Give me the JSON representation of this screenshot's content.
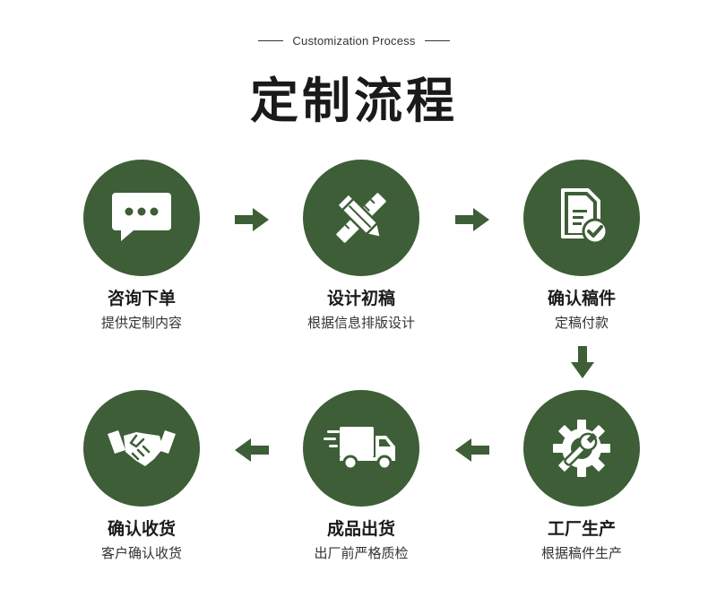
{
  "header": {
    "subtitle": "Customization Process",
    "title": "定制流程"
  },
  "colors": {
    "primary": "#3d5e36",
    "text": "#1a1a1a"
  },
  "steps": [
    {
      "icon": "chat-bubble-icon",
      "title": "咨询下单",
      "desc": "提供定制内容"
    },
    {
      "icon": "pencil-ruler-icon",
      "title": "设计初稿",
      "desc": "根据信息排版设计"
    },
    {
      "icon": "document-check-icon",
      "title": "确认稿件",
      "desc": "定稿付款"
    },
    {
      "icon": "gear-wrench-icon",
      "title": "工厂生产",
      "desc": "根据稿件生产"
    },
    {
      "icon": "delivery-truck-icon",
      "title": "成品出货",
      "desc": "出厂前严格质检"
    },
    {
      "icon": "handshake-icon",
      "title": "确认收货",
      "desc": "客户确认收货"
    }
  ]
}
